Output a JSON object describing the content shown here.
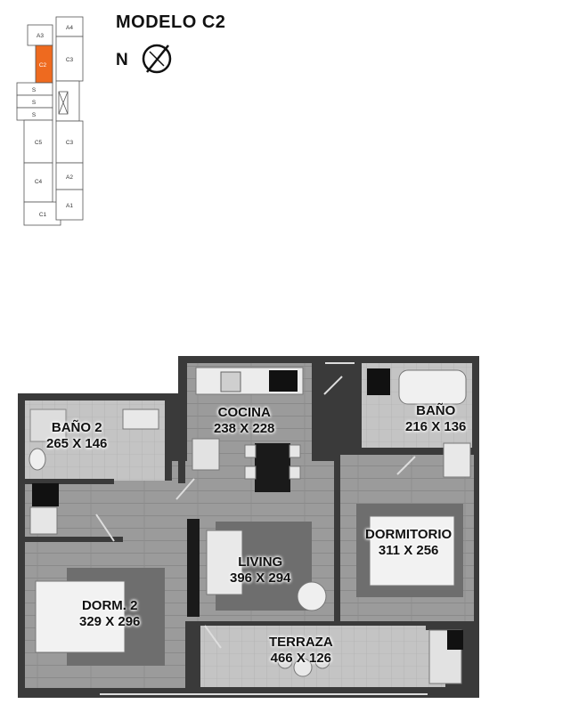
{
  "header": {
    "title": "MODELO C2",
    "north_label": "N"
  },
  "key_plan": {
    "units": [
      "A3",
      "A4",
      "C2",
      "C3",
      "S",
      "S",
      "S",
      "C5",
      "C3",
      "C4",
      "A2",
      "C1",
      "A1"
    ],
    "highlight_unit": "C2",
    "highlight_color": "#ee6a1f"
  },
  "rooms": {
    "bano2": {
      "name": "BAÑO 2",
      "dims": "265 X 146"
    },
    "cocina": {
      "name": "COCINA",
      "dims": "238 X 228"
    },
    "bano": {
      "name": "BAÑO",
      "dims": "216 X 136"
    },
    "dormitorio": {
      "name": "DORMITORIO",
      "dims": "311 X 256"
    },
    "living": {
      "name": "LIVING",
      "dims": "396 X 294"
    },
    "dorm2": {
      "name": "DORM. 2",
      "dims": "329 X 296"
    },
    "terraza": {
      "name": "TERRAZA",
      "dims": "466 X 126"
    }
  },
  "colors": {
    "wall": "#3a3a3a",
    "floor": "#9a9a9a",
    "rug": "#6e6e6e"
  }
}
